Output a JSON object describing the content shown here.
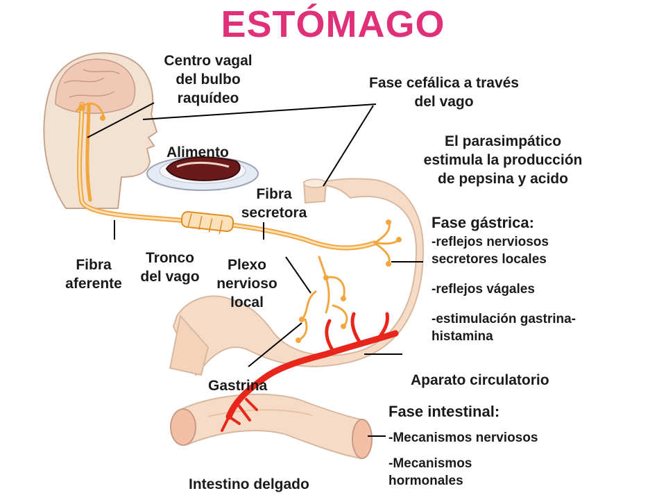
{
  "title": "ESTÓMAGO",
  "labels": {
    "centro_vagal": [
      "Centro vagal",
      "del bulbo",
      "raquídeo"
    ],
    "fase_cefalica": [
      "Fase cefálica a través",
      "del vago"
    ],
    "parasimpatico": [
      "El parasimpático",
      "estimula la producción",
      "de pepsina y acido"
    ],
    "alimento": "Alimento",
    "fibra_secretora": [
      "Fibra",
      "secretora"
    ],
    "fibra_aferente": [
      "Fibra",
      "aferente"
    ],
    "tronco_vago": [
      "Tronco",
      "del vago"
    ],
    "plexo": [
      "Plexo",
      "nervioso",
      "local"
    ],
    "fase_gastrica": {
      "heading": "Fase gástrica:",
      "items": [
        "-reflejos nerviosos",
        "secretores locales",
        "-reflejos vágales",
        "-estimulación gastrina-",
        "histamina"
      ]
    },
    "gastrina": "Gastrina",
    "aparato": "Aparato circulatorio",
    "fase_intestinal": {
      "heading": "Fase intestinal:",
      "items": [
        "-Mecanismos nerviosos",
        "-Mecanismos",
        "hormonales"
      ]
    },
    "intestino": "Intestino delgado"
  },
  "colors": {
    "title": "#e0307a",
    "nerve": "#f2a640",
    "vessel": "#e8261c",
    "organ": "#f6dcc6",
    "head": "#f3e2d2"
  },
  "icons": [
    "head-illustration",
    "food-plate-illustration",
    "stomach-illustration",
    "small-intestine-illustration",
    "nerve-network",
    "blood-vessel"
  ]
}
